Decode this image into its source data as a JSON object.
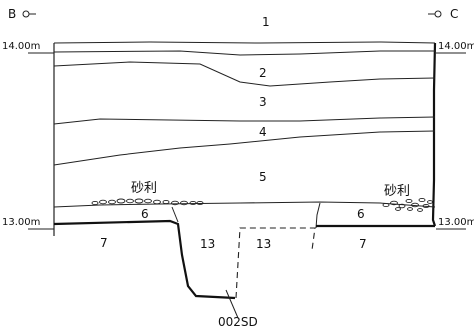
{
  "section": {
    "left_point_label": "B",
    "right_point_label": "C",
    "elevation_top_left": "14.00m",
    "elevation_top_right": "14.00m",
    "elevation_bottom_left": "13.00m",
    "elevation_bottom_right": "13.00m",
    "layers": [
      "1",
      "2",
      "3",
      "4",
      "5",
      "6",
      "6",
      "7",
      "7",
      "13",
      "13"
    ],
    "gravel_left": "砂利",
    "gravel_right": "砂利",
    "feature_label": "002SD"
  }
}
